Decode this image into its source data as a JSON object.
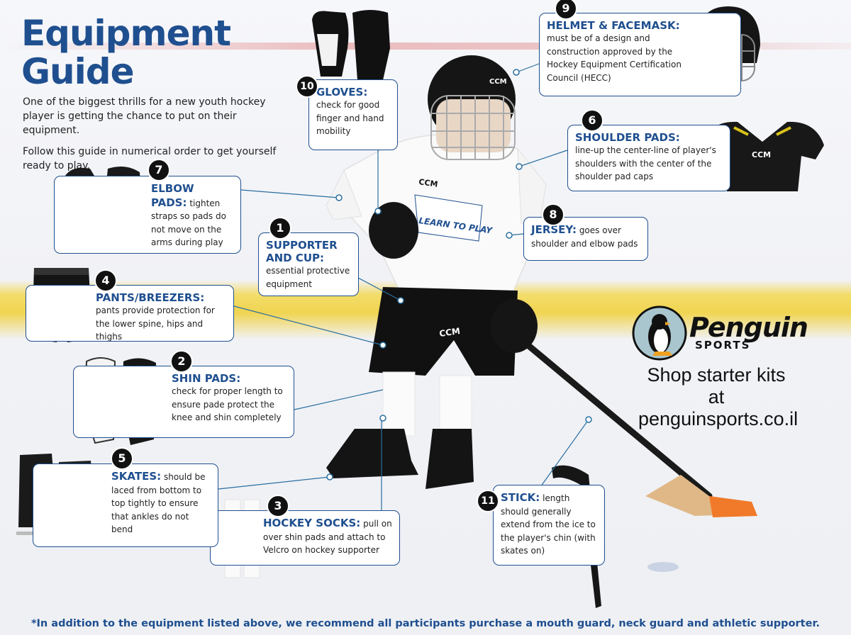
{
  "title": {
    "line1": "Equipment",
    "line2": "Guide"
  },
  "intro": {
    "p1": "One of the biggest thrills for a new youth hockey player is getting the chance to put on their equipment.",
    "p2": "Follow this guide in numerical order to get yourself ready to play."
  },
  "items": [
    {
      "number": "1",
      "heading": "SUPPORTER AND CUP:",
      "text": "essential protective equipment"
    },
    {
      "number": "2",
      "heading": "SHIN PADS:",
      "text": "check for proper length to ensure pade protect the knee and shin completely"
    },
    {
      "number": "3",
      "heading": "HOCKEY SOCKS:",
      "text": "pull on over shin pads and attach to Velcro on hockey supporter"
    },
    {
      "number": "4",
      "heading": "PANTS/BREEZERS:",
      "text": "pants provide protection for the lower spine, hips and thighs"
    },
    {
      "number": "5",
      "heading": "SKATES:",
      "text": "should be laced from bottom to top tightly to ensure that ankles do not bend"
    },
    {
      "number": "6",
      "heading": "SHOULDER PADS:",
      "text": "line-up the center-line of player's shoulders with the center of the shoulder pad caps"
    },
    {
      "number": "7",
      "heading": "ELBOW PADS:",
      "text": "tighten straps so pads do not move on the arms during play"
    },
    {
      "number": "8",
      "heading": "JERSEY:",
      "text": "goes over shoulder and elbow pads"
    },
    {
      "number": "9",
      "heading": "HELMET & FACEMASK:",
      "text": "must be of a design and construction approved by the Hockey Equipment Certification Council (HECC)"
    },
    {
      "number": "10",
      "heading": "GLOVES:",
      "text": "check for good finger and hand mobility"
    },
    {
      "number": "11",
      "heading": "STICK:",
      "text": "length should generally extend from the ice to the player's chin (with skates on)"
    }
  ],
  "brand": {
    "name": "Penguin",
    "sub": "SPORTS"
  },
  "shop": {
    "line1": "Shop starter kits at",
    "line2": "penguinsports.co.il"
  },
  "footer": "*In addition to the equipment listed above, we recommend all participants purchase a mouth guard, neck guard and athletic supporter.",
  "photo_labels": {
    "jersey_brand": "CCM",
    "jersey_logo": "LEARN TO PLAY",
    "helmet_brand": "CCM"
  },
  "colors": {
    "accent": "#1f4f8f",
    "number_badge": "#111111",
    "stick_blade": "#f07a2a",
    "rink_line_yellow": "#f0cd28",
    "rink_line_red": "#e28c8c"
  }
}
